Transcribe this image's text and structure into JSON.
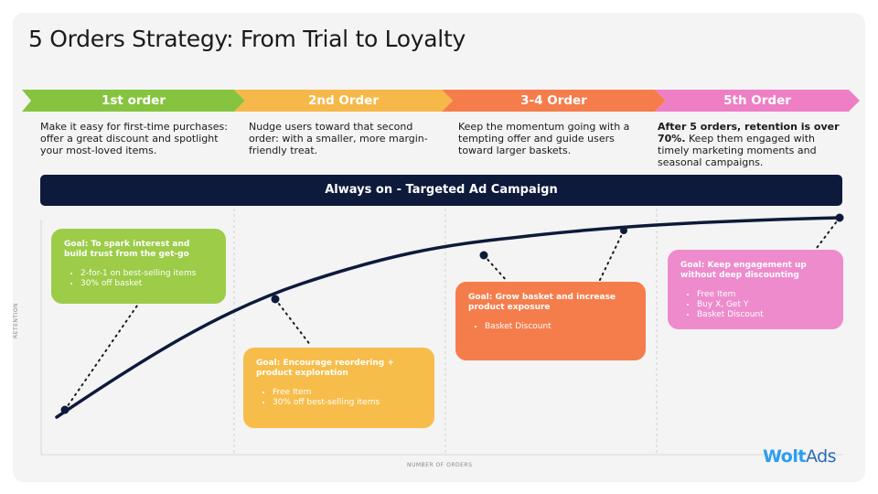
{
  "title": "5 Orders Strategy: From Trial to Loyalty",
  "stages": [
    {
      "label": "1st order",
      "color": "#86c440"
    },
    {
      "label": "2nd Order",
      "color": "#f7b84a"
    },
    {
      "label": "3-4 Order",
      "color": "#f57d4c"
    },
    {
      "label": "5th Order",
      "color": "#ee7fc4"
    }
  ],
  "descriptions": [
    {
      "bold": "",
      "text": "Make it easy for first-time purchases: offer a great discount and spotlight your most-loved items."
    },
    {
      "bold": "",
      "text": "Nudge users toward that second order: with a smaller, more margin-friendly treat."
    },
    {
      "bold": "",
      "text": "Keep the momentum going with a tempting offer and guide users toward larger baskets."
    },
    {
      "bold": "After 5 orders, retention is over 70%.",
      "text": "Keep them engaged with timely marketing moments and seasonal campaigns."
    }
  ],
  "banner": "Always on - Targeted Ad Campaign",
  "goals": [
    {
      "title": "Goal: To spark interest and build trust from the get-go",
      "items": [
        "2-for-1 on best-selling items",
        "30% off basket"
      ],
      "color": "#9ccc48"
    },
    {
      "title": "Goal: Encourage reordering + product exploration",
      "items": [
        "Free Item",
        "30% off best-selling items"
      ],
      "color": "#f7bd4a"
    },
    {
      "title": "Goal: Grow basket and increase product exposure",
      "items": [
        "Basket Discount"
      ],
      "color": "#f57d4c"
    },
    {
      "title": "Goal: Keep engagement up without deep discounting",
      "items": [
        "Free Item",
        "Buy X, Get Y",
        "Basket Discount"
      ],
      "color": "#ee8bcc"
    }
  ],
  "axes": {
    "y": "RETENTION",
    "x": "NUMBER OF ORDERS"
  },
  "logo": {
    "part1": "Wolt",
    "part2": "Ads"
  },
  "colors": {
    "curve": "#0e1a3b",
    "banner": "#0e1a3b"
  }
}
